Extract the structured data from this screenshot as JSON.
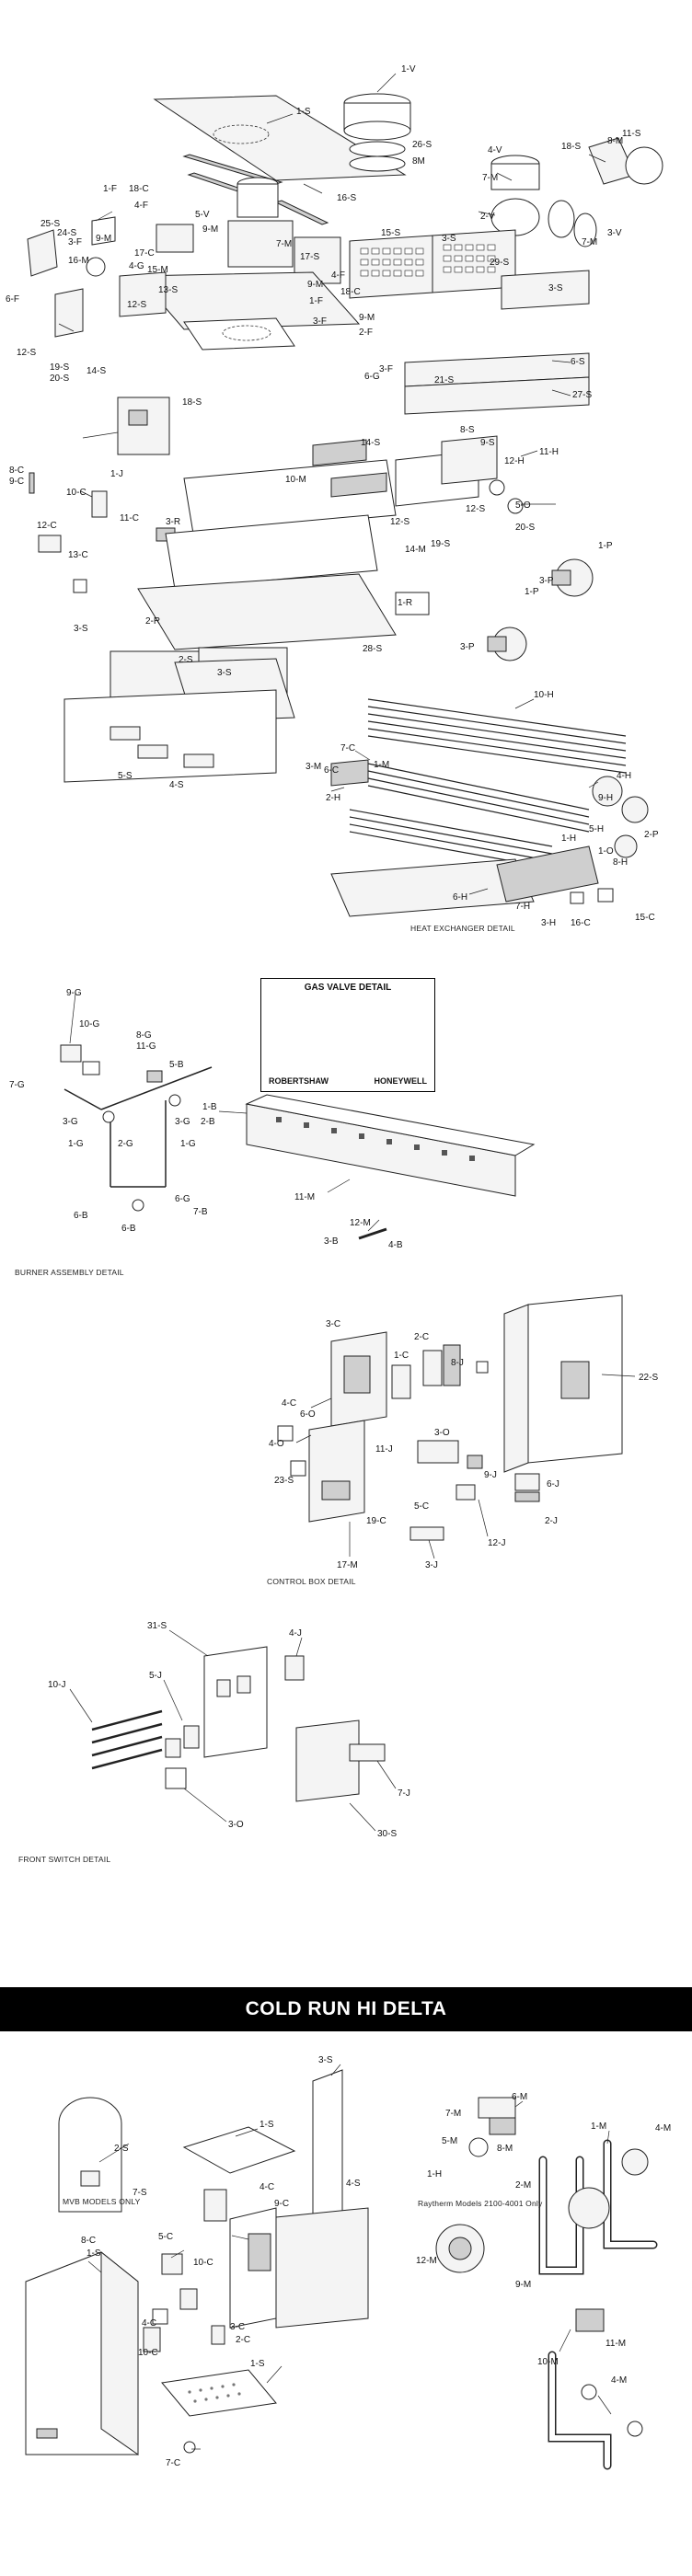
{
  "sections": {
    "heat_exchanger_caption": "HEAT EXCHANGER DETAIL",
    "gas_valve_title": "GAS VALVE DETAIL",
    "gas_valve_left": "ROBERTSHAW",
    "gas_valve_right": "HONEYWELL",
    "burner_caption": "BURNER ASSEMBLY DETAIL",
    "control_box_caption": "CONTROL BOX DETAIL",
    "front_switch_caption": "FRONT SWITCH DETAIL",
    "banner": "COLD RUN HI DELTA",
    "mvb_note": "MVB MODELS ONLY",
    "raytherm_note": "Raytherm Models 2100-4001 Only"
  },
  "labels": {
    "top": [
      "1-S",
      "1-V",
      "26-S",
      "8M",
      "16-S",
      "11-S",
      "8-M",
      "18-S",
      "4-V",
      "7-M",
      "2-V",
      "7-M",
      "3-V",
      "5-V",
      "1-F",
      "18-C",
      "4-F",
      "25-S",
      "24-S",
      "3-F",
      "9-M",
      "16-M",
      "6-F",
      "4-G",
      "15-M",
      "17-C",
      "9-M",
      "7-M",
      "17-S",
      "15-S",
      "3-S",
      "29-S",
      "3-S",
      "12-S",
      "13-S",
      "9-M",
      "4-F",
      "18-C",
      "1-F",
      "3-F",
      "9-M",
      "2-F",
      "6-S",
      "12-S",
      "19-S",
      "20-S",
      "14-S",
      "18-S",
      "6-G",
      "3-F",
      "21-S",
      "27-S",
      "8-C",
      "9-C",
      "1-J",
      "14-S",
      "10-M",
      "8-S",
      "9-S",
      "11-H",
      "12-H",
      "10-C",
      "11-C",
      "3-R",
      "12-S",
      "5-O",
      "12-S",
      "20-S",
      "12-C",
      "14-M",
      "19-S",
      "1-P",
      "13-C",
      "3-P",
      "1-P",
      "1-R",
      "2-R",
      "3-P",
      "3-S",
      "2-S",
      "3-S",
      "28-S",
      "10-H",
      "7-C",
      "1-M",
      "3-M",
      "6-C",
      "2-H",
      "9-H",
      "4-H",
      "5-S",
      "4-S",
      "1-H",
      "5-H",
      "2-P",
      "1-O",
      "8-H",
      "6-H",
      "7-H",
      "3-H",
      "16-C",
      "15-C"
    ],
    "burner": [
      "9-G",
      "10-G",
      "8-G",
      "11-G",
      "5-B",
      "7-G",
      "3-G",
      "3-G",
      "2-B",
      "1-B",
      "1-G",
      "2-G",
      "1-G",
      "11-M",
      "6-G",
      "7-B",
      "6-B",
      "12-M",
      "6-B",
      "3-B",
      "4-B"
    ],
    "control_box": [
      "3-C",
      "2-C",
      "8-J",
      "1-C",
      "22-S",
      "4-C",
      "6-O",
      "4-O",
      "3-O",
      "11-J",
      "9-J",
      "23-S",
      "5-C",
      "19-C",
      "6-J",
      "17-M",
      "2-J",
      "3-J",
      "12-J"
    ],
    "front_switch": [
      "31-S",
      "4-J",
      "5-J",
      "10-J",
      "7-J",
      "3-O",
      "30-S"
    ],
    "cold_run": [
      "3-S",
      "6-M",
      "7-M",
      "5-M",
      "8-M",
      "1-M",
      "4-M",
      "2-S",
      "7-S",
      "1-S",
      "4-S",
      "2-M",
      "1-H",
      "12-M",
      "4-C",
      "9-C",
      "5-C",
      "10-C",
      "8-C",
      "1-S",
      "4-C",
      "10-C",
      "3-C",
      "2-C",
      "9-M",
      "11-M",
      "1-S",
      "10-M",
      "4-M",
      "7-C"
    ]
  }
}
